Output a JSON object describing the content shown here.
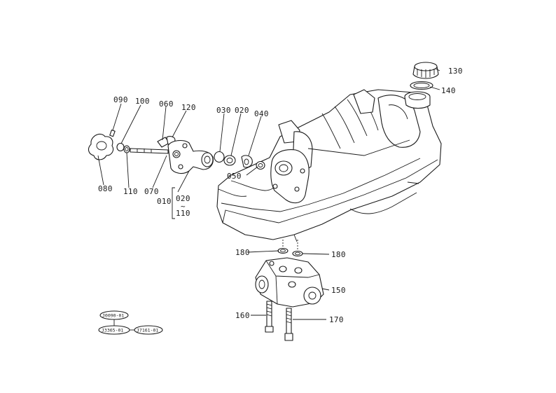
{
  "callouts": {
    "c090": "090",
    "c100": "100",
    "c060": "060",
    "c120": "120",
    "c030": "030",
    "c020": "020",
    "c040": "040",
    "c050": "050",
    "c080": "080",
    "c110": "110",
    "c070": "070",
    "c010": "010",
    "c020b": "020",
    "c110b": "110",
    "c130": "130",
    "c140": "140",
    "c180a": "180",
    "c180b": "180",
    "c150": "150",
    "c160": "160",
    "c170": "170"
  },
  "legend": {
    "code_top": "J0090-01",
    "code_left": "J3365-01",
    "code_right": "J7161-01"
  }
}
